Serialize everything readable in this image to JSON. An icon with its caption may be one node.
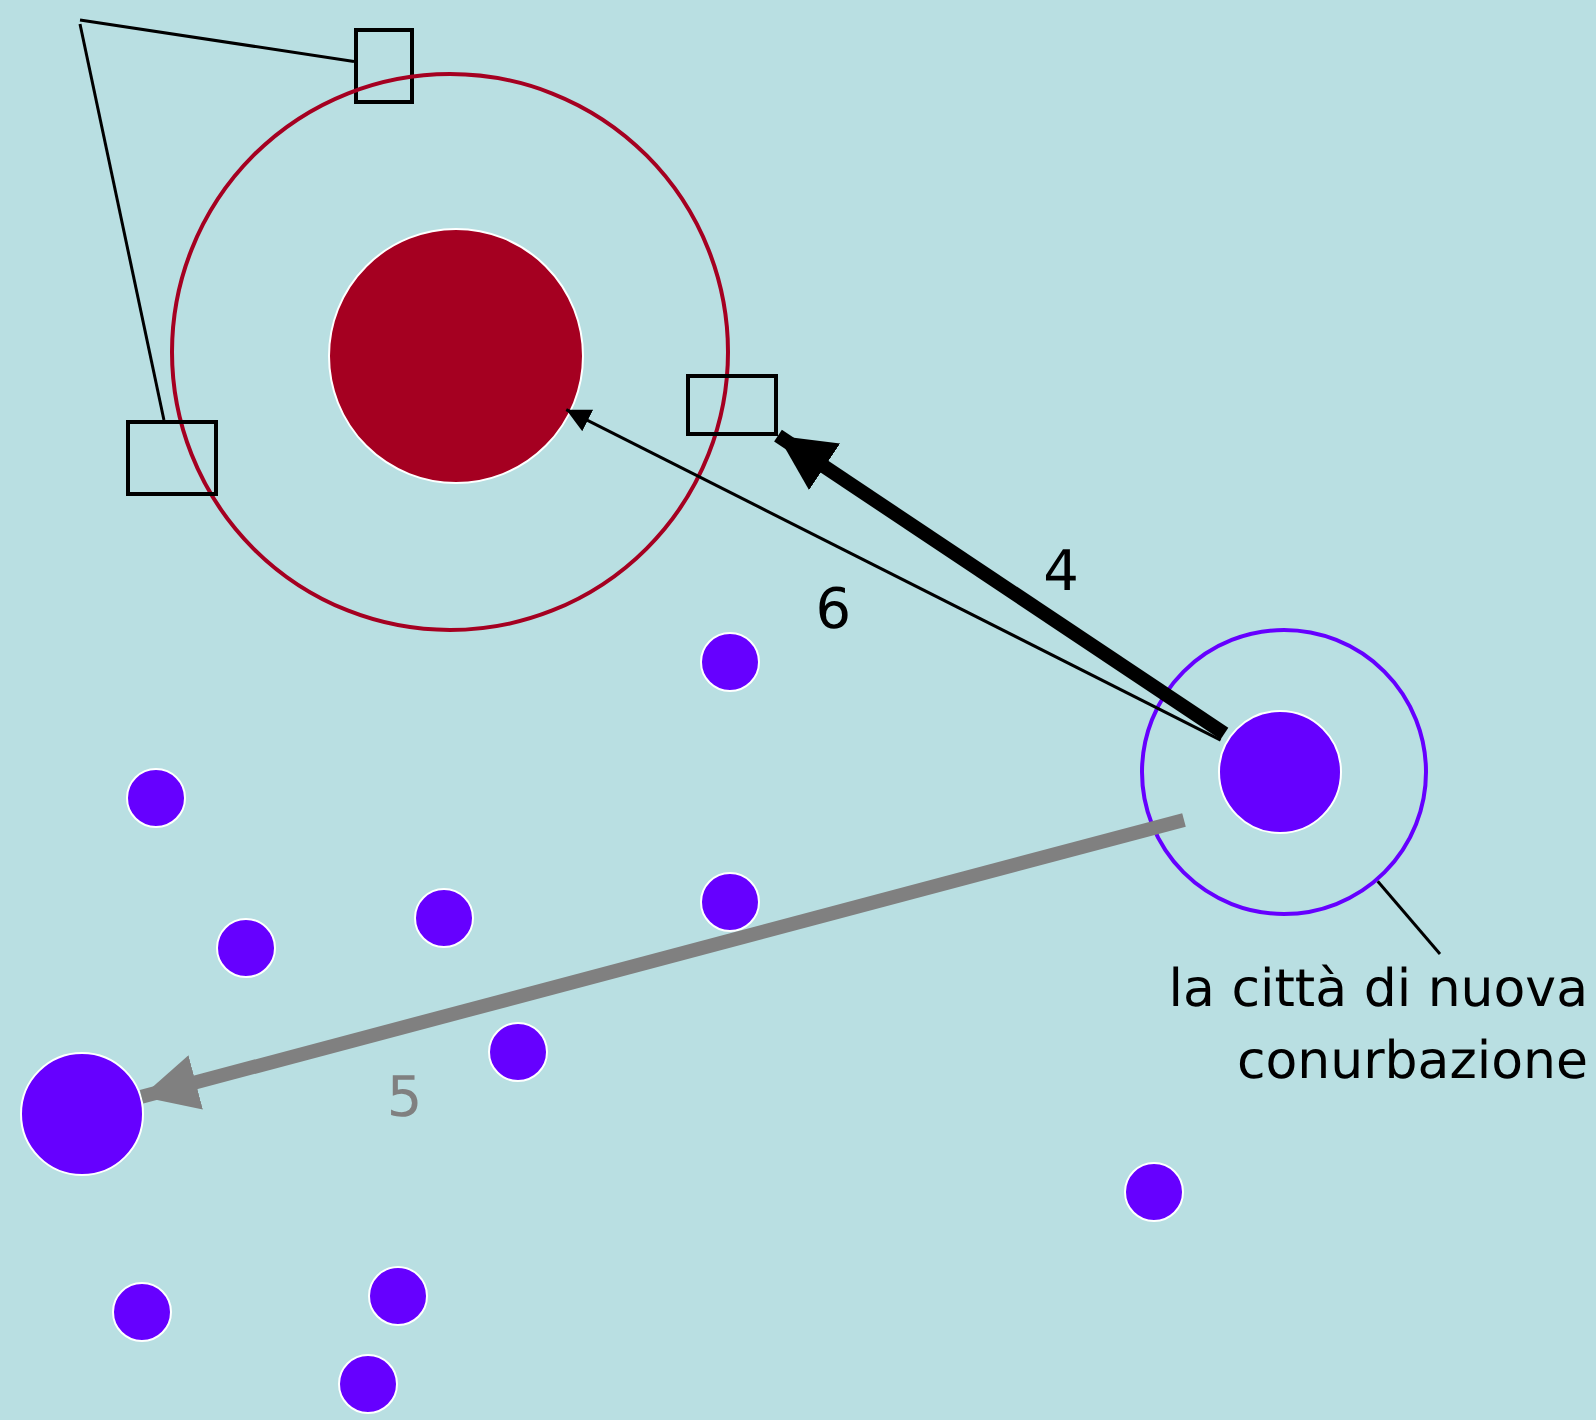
{
  "diagram": {
    "nodes": [
      {
        "text": [],
        "shape": "box"
      },
      {
        "text": [],
        "shape": "circle"
      },
      {
        "text": [],
        "shape": "circle",
        "in": 1
      },
      {
        "text": [],
        "shape": "box"
      },
      {
        "text": [],
        "shape": "box"
      },
      {
        "text": [],
        "shape": "circle"
      },
      {
        "text": [],
        "shape": "circle"
      },
      {
        "text": [],
        "shape": "circle",
        "in": 6
      },
      {
        "text": [],
        "shape": "circle"
      },
      {
        "text": [],
        "shape": "circle"
      },
      {
        "text": [],
        "shape": "circle"
      },
      {
        "text": [],
        "shape": "circle"
      },
      {
        "text": [
          "la città di nuova conurbazione"
        ]
      },
      {
        "text": [],
        "shape": "circle"
      },
      {
        "text": [],
        "shape": "circle"
      },
      {
        "text": [],
        "shape": "circle"
      },
      {
        "text": [],
        "shape": "circle"
      },
      {
        "text": [],
        "shape": "circle"
      },
      {
        "text": [],
        "shape": "circle"
      }
    ],
    "edges": [
      {
        "from": null,
        "to": 0,
        "arrow": "none"
      },
      {
        "from": null,
        "to": 4,
        "arrow": "none"
      },
      {
        "from": 12,
        "to": 6,
        "arrow": "none"
      },
      {
        "from": 7,
        "to": 3,
        "arrow": "to",
        "label": "4",
        "style": "thick"
      },
      {
        "from": 7,
        "to": 2,
        "arrow": "to",
        "label": "6"
      },
      {
        "from": 7,
        "to": 14,
        "arrow": "to",
        "label": "5",
        "style": "thick",
        "color": "#808080"
      }
    ]
  }
}
